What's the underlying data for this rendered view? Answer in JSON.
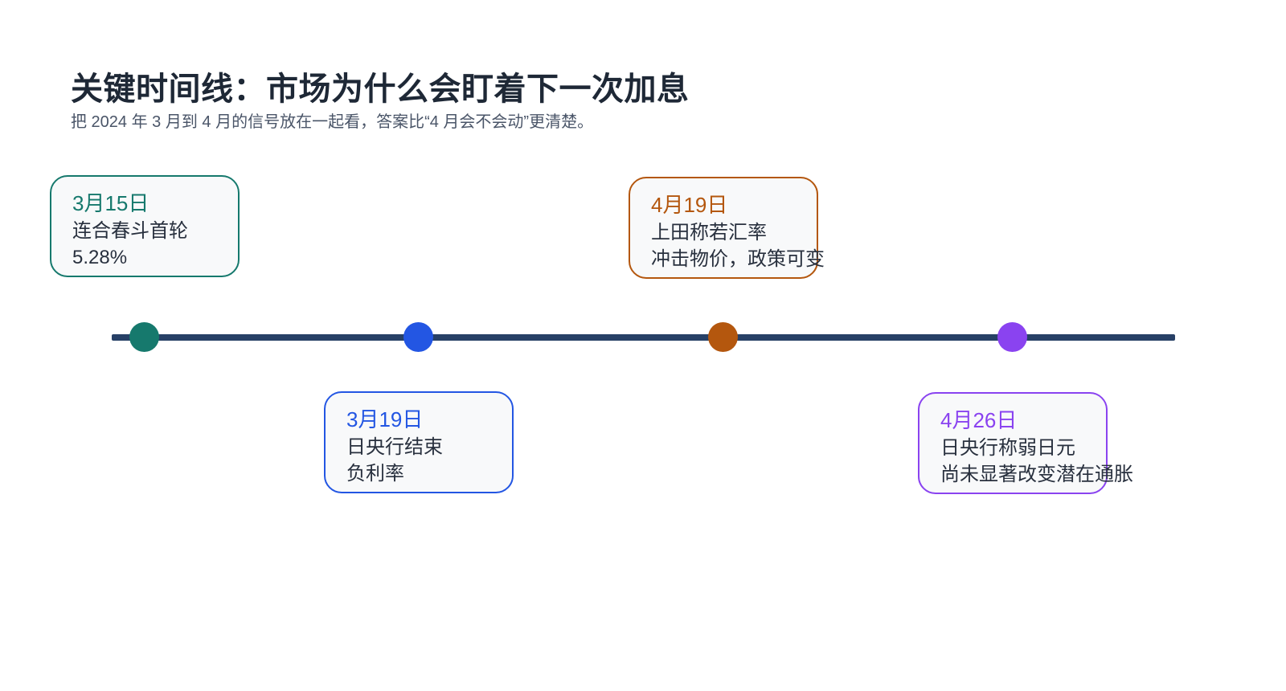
{
  "page": {
    "title": "关键时间线：市场为什么会盯着下一次加息",
    "subtitle": "把 2024 年 3 月到 4 月的信号放在一起看，答案比“4 月会不会动”更清楚。"
  },
  "timeline": {
    "line_color": "#274066",
    "events": [
      {
        "date": "3月15日",
        "lines": [
          "连合春斗首轮",
          "5.28%"
        ],
        "color": "#16796D",
        "position": "above"
      },
      {
        "date": "3月19日",
        "lines": [
          "日央行结束",
          "负利率"
        ],
        "color": "#2356E3",
        "position": "below"
      },
      {
        "date": "4月19日",
        "lines": [
          "上田称若汇率",
          "冲击物价，政策可变"
        ],
        "color": "#B4570E",
        "position": "above"
      },
      {
        "date": "4月26日",
        "lines": [
          "日央行称弱日元",
          "尚未显著改变潜在通胀"
        ],
        "color": "#8A43F0",
        "position": "below"
      }
    ]
  }
}
